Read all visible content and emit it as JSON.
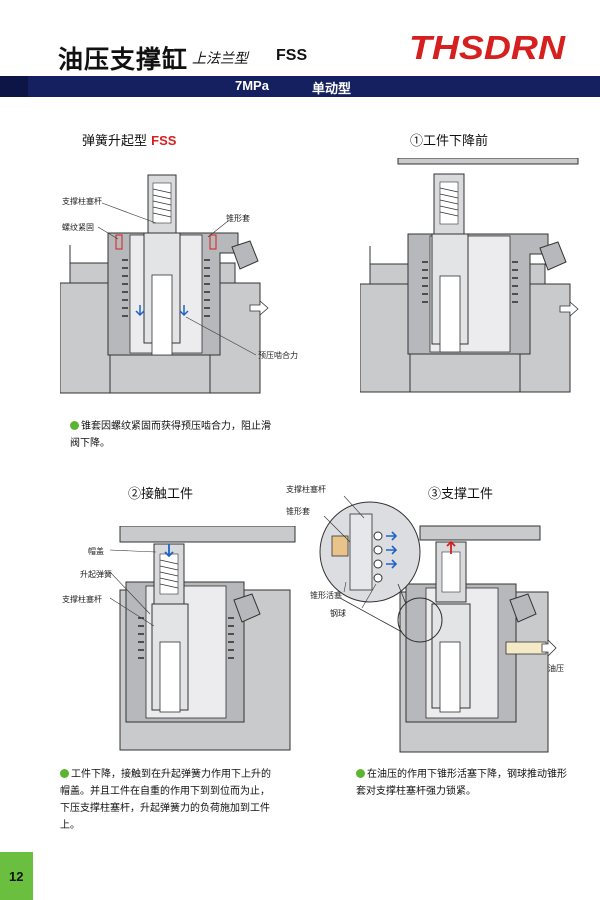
{
  "header": {
    "title": "油压支撑缸",
    "subtitle": "上法兰型",
    "model": "FSS",
    "brand": "THSDRN",
    "brand_color": "#d6201f"
  },
  "banner": {
    "pressure": "7MPa",
    "type": "单动型",
    "color": "#14205f"
  },
  "section_main": {
    "title": "弹簧升起型",
    "model": "FSS",
    "labels": {
      "rod": "支撑柱塞杆",
      "nut": "螺纹紧固",
      "cone": "锥形套",
      "preload": "预压啮合力"
    },
    "note": "锥套因螺纹紧固而获得预压啮合力，阻止滑阀下降。"
  },
  "section_1": {
    "title": "①工件下降前"
  },
  "section_2": {
    "title": "②接触工件",
    "labels": {
      "cap": "帽盖",
      "spring": "升起弹簧",
      "rod": "支撑柱塞杆"
    },
    "note": "工件下降，接触到在升起弹簧力作用下上升的帽盖。并且工件在自重的作用下到到位而为止，下压支撑柱塞杆，升起弹簧力的负荷施加到工件上。"
  },
  "section_3": {
    "title": "③支撑工件",
    "labels": {
      "rod": "支撑柱塞杆",
      "cone": "锥形套",
      "piston": "锥形活塞",
      "ball": "钢球",
      "oil": "油压"
    },
    "note": "在油压的作用下锥形活塞下降，钢球推动锥形套对支撑柱塞杆强力锁紧。"
  },
  "footer": {
    "page": "12",
    "accent": "#6bbf3e"
  }
}
